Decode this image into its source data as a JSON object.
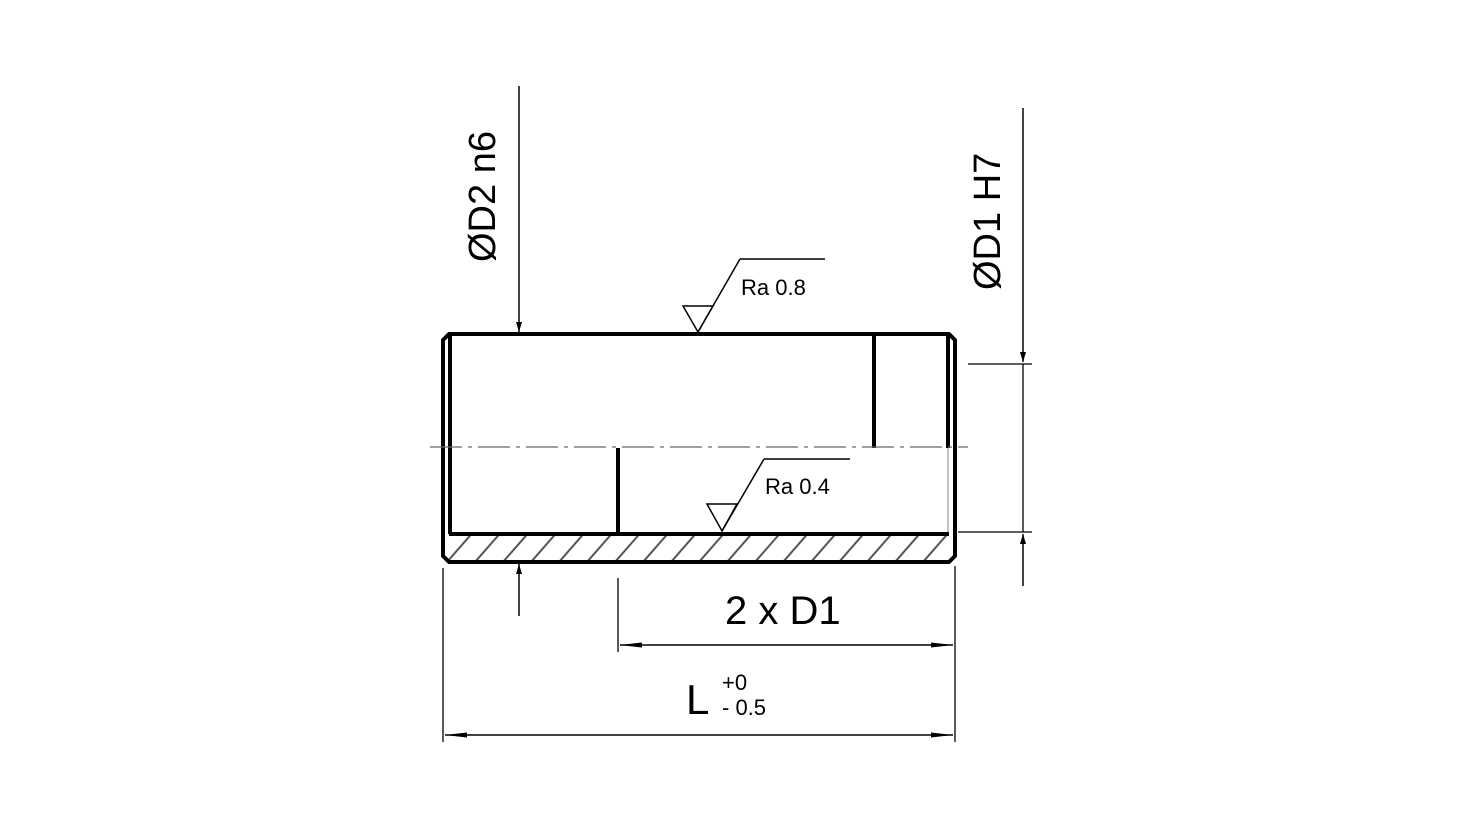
{
  "drawing": {
    "labels": {
      "outer_diameter": "ØD2 n6",
      "inner_diameter": "ØD1 H7",
      "roughness_outer": "Ra 0.8",
      "roughness_inner": "Ra 0.4",
      "bore_depth": "2 x D1",
      "length_main": "L",
      "length_tol_upper": "+0",
      "length_tol_lower": "- 0.5"
    },
    "colors": {
      "line": "#000000",
      "hatch": "#555555",
      "centerline": "#666666",
      "background": "#ffffff"
    }
  }
}
